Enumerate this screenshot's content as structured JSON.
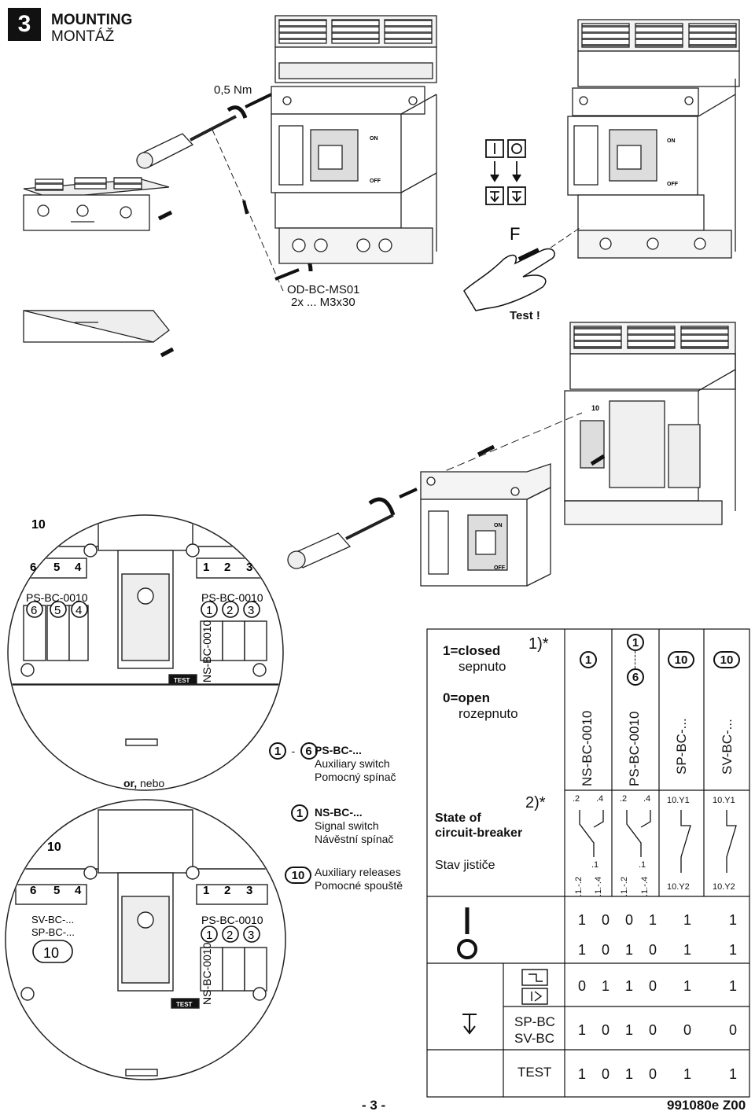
{
  "header": {
    "section_number": "3",
    "title": "MOUNTING",
    "title_cz": "MONTÁŽ"
  },
  "mounting": {
    "torque": "0,5 Nm",
    "screw_part": "OD-BC-MS01",
    "screw_spec": "2x ... M3x30",
    "force": "F",
    "test": "Test !",
    "btn_on": "I",
    "btn_off": "O",
    "breaker_on": "ON",
    "breaker_off": "OFF",
    "slot_10": "10"
  },
  "detail_top": {
    "slot": "10",
    "left_nums": [
      "6",
      "5",
      "4"
    ],
    "right_nums": [
      "1",
      "2",
      "3"
    ],
    "left_part": "PS-BC-0010",
    "right_part": "PS-BC-0010",
    "left_circ": [
      "6",
      "5",
      "4"
    ],
    "right_circ": [
      "1",
      "2",
      "3"
    ],
    "vertical_part": "NS-BC-0010",
    "test": "TEST"
  },
  "or_label": {
    "or": "or,",
    "nebo": "nebo"
  },
  "detail_bottom": {
    "slot": "10",
    "left_nums": [
      "6",
      "5",
      "4"
    ],
    "right_nums": [
      "1",
      "2",
      "3"
    ],
    "left_part1": "SV-BC-...",
    "left_part2": "SP-BC-...",
    "left_circ": "10",
    "right_part": "PS-BC-0010",
    "right_circ": [
      "1",
      "2",
      "3"
    ],
    "vertical_part": "NS-BC-0010",
    "test": "TEST"
  },
  "legend": [
    {
      "sym_a": "1",
      "dash": "-",
      "sym_b": "6",
      "title": "PS-BC-...",
      "line1": "Auxiliary switch",
      "line2": "Pomocný spínač"
    },
    {
      "sym_a": "1",
      "title": "NS-BC-...",
      "line1": "Signal switch",
      "line2": "Návěstní spínač"
    },
    {
      "sym_a": "10",
      "line1": "Auxiliary releases",
      "line2": "Pomocné spouště"
    }
  ],
  "table": {
    "closed": "1=closed",
    "closed_cz": "sepnuto",
    "open": "0=open",
    "open_cz": "rozepnuto",
    "note1": "1)*",
    "note2": "2)*",
    "state": "State of",
    "state2": "circuit-breaker",
    "state_cz": "Stav jističe",
    "col_heads": [
      {
        "circ": "1",
        "part": "NS-BC-0010"
      },
      {
        "circ": "1",
        "circ2": "6",
        "part": "PS-BC-0010"
      },
      {
        "circ": "10",
        "part": "SP-BC-..."
      },
      {
        "circ": "10",
        "part": "SV-BC-..."
      }
    ],
    "contacts": {
      "ns_top": [
        ".2",
        ".4"
      ],
      "ns_mid": ".1",
      "ns_bot": [
        ".1.-.2",
        ".1.-.4"
      ],
      "ps_top": [
        ".2",
        ".4"
      ],
      "ps_mid": ".1",
      "ps_bot": [
        ".1.-.2",
        ".1.-.4"
      ],
      "sp_top": "10.Y1",
      "sp_bot": "10.Y2",
      "sv_top": "10.Y1",
      "sv_bot": "10.Y2"
    },
    "rows": [
      {
        "label": "",
        "values": [
          "1",
          "0",
          "0",
          "1",
          "1",
          "1"
        ]
      },
      {
        "label": "",
        "values": [
          "1",
          "0",
          "1",
          "0",
          "1",
          "1"
        ]
      },
      {
        "label": "",
        "values": [
          "0",
          "1",
          "1",
          "0",
          "1",
          "1"
        ]
      },
      {
        "label": "SP-BC",
        "label2": "SV-BC",
        "values": [
          "1",
          "0",
          "1",
          "0",
          "0",
          "0"
        ]
      },
      {
        "label": "TEST",
        "values": [
          "1",
          "0",
          "1",
          "0",
          "1",
          "1"
        ]
      }
    ]
  },
  "footer": {
    "page": "- 3 -",
    "doc": "991080e Z00"
  }
}
